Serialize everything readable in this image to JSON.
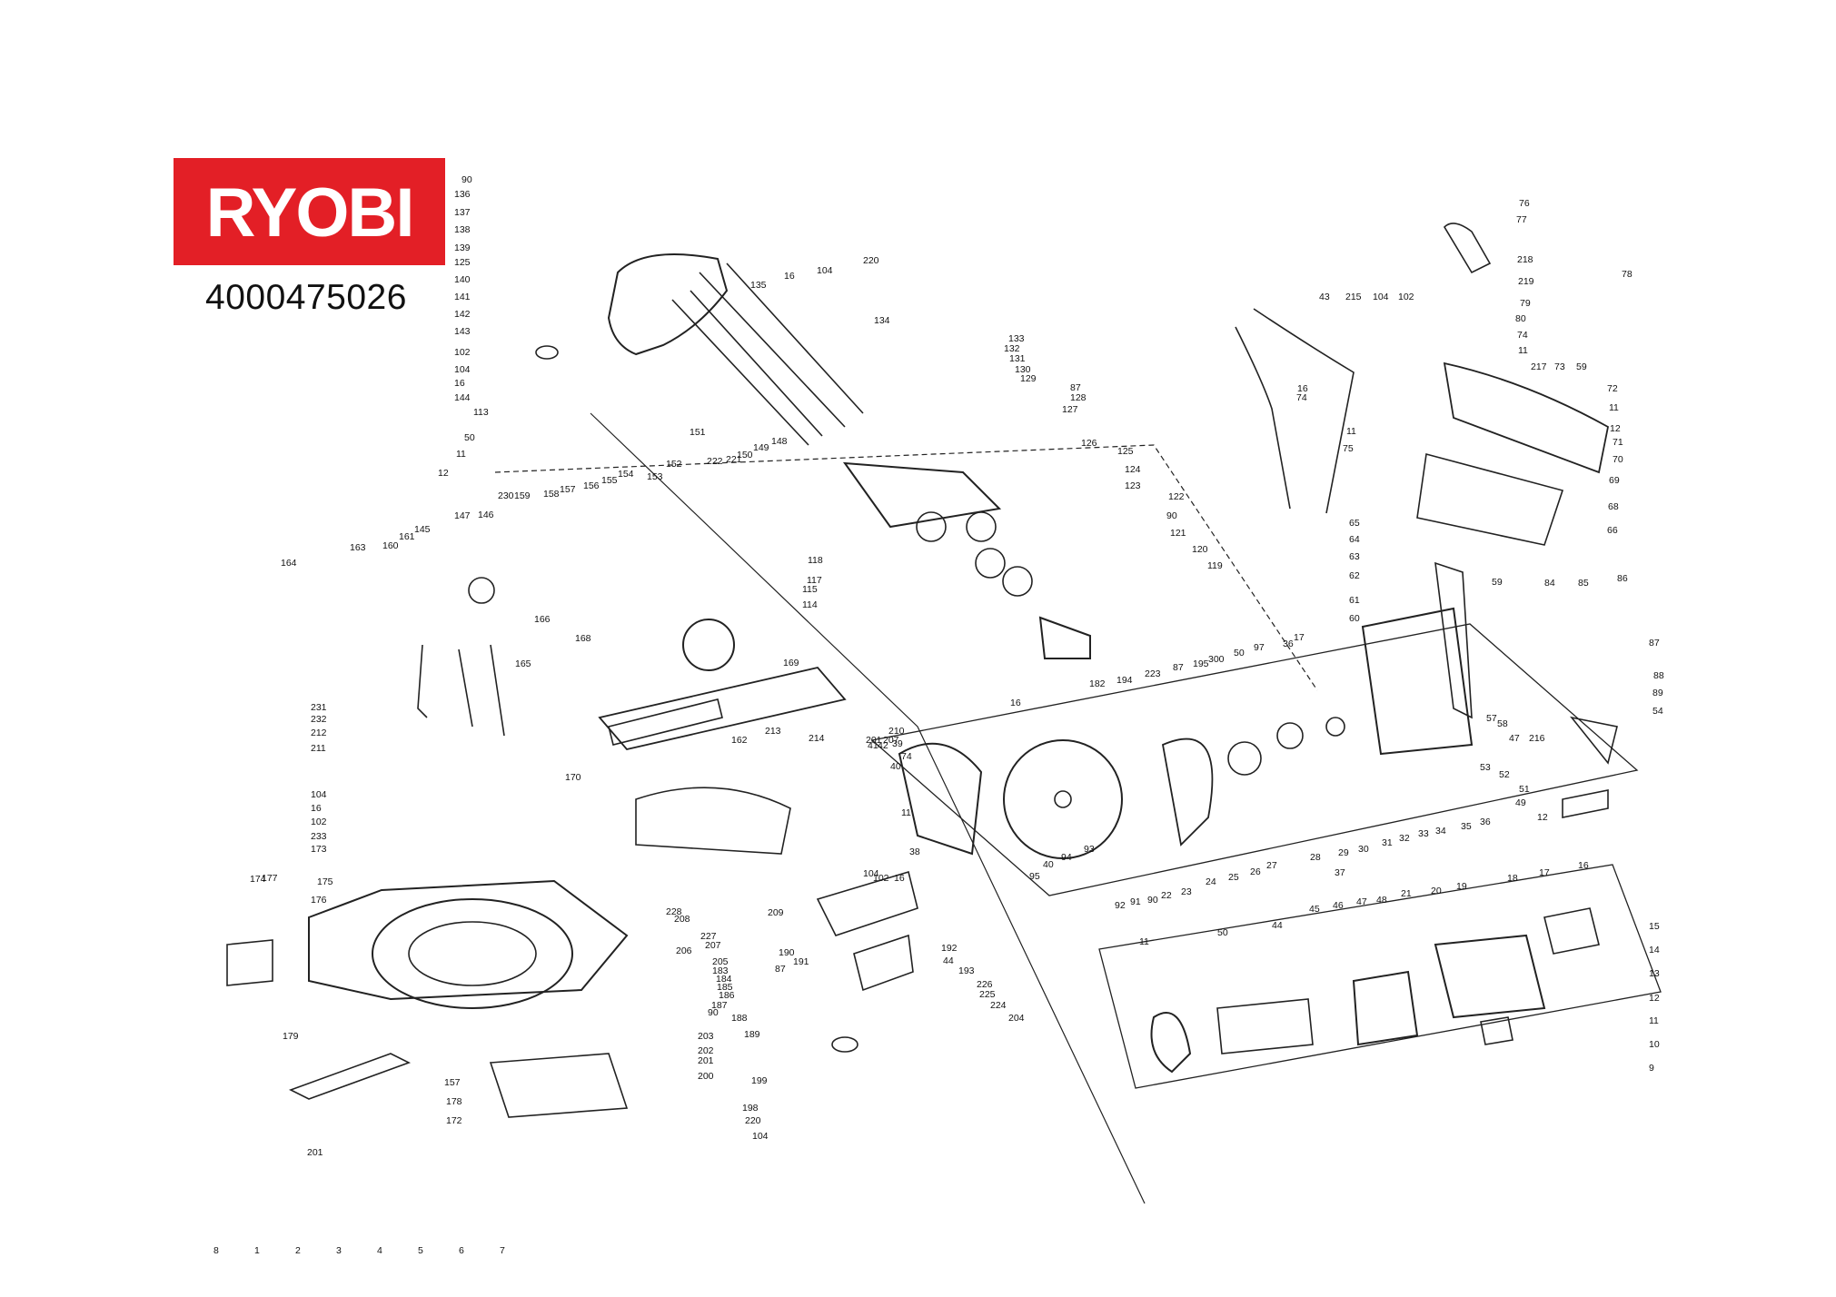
{
  "brand": {
    "name": "RYOBI",
    "bg_color": "#e31f26",
    "text_color": "#ffffff"
  },
  "part_number": "4000475026",
  "callouts": [
    {
      "id": "90",
      "group": "handle"
    },
    {
      "id": "136",
      "group": "handle"
    },
    {
      "id": "137",
      "group": "handle"
    },
    {
      "id": "138",
      "group": "handle"
    },
    {
      "id": "139",
      "group": "handle"
    },
    {
      "id": "125",
      "group": "handle"
    },
    {
      "id": "140",
      "group": "handle"
    },
    {
      "id": "141",
      "group": "handle"
    },
    {
      "id": "142",
      "group": "handle"
    },
    {
      "id": "143",
      "group": "handle"
    },
    {
      "id": "102",
      "group": "handle"
    },
    {
      "id": "104",
      "group": "handle"
    },
    {
      "id": "16",
      "group": "handle"
    },
    {
      "id": "144",
      "group": "handle"
    },
    {
      "id": "135",
      "group": "handle"
    },
    {
      "id": "16",
      "group": "handle"
    },
    {
      "id": "104",
      "group": "handle"
    },
    {
      "id": "220",
      "group": "handle"
    },
    {
      "id": "134",
      "group": "rails"
    },
    {
      "id": "133",
      "group": "rails"
    },
    {
      "id": "132",
      "group": "rails"
    },
    {
      "id": "131",
      "group": "rails"
    },
    {
      "id": "130",
      "group": "rails"
    },
    {
      "id": "129",
      "group": "rails"
    },
    {
      "id": "87",
      "group": "rails"
    },
    {
      "id": "128",
      "group": "rails"
    },
    {
      "id": "127",
      "group": "rails"
    },
    {
      "id": "126",
      "group": "rails"
    },
    {
      "id": "125",
      "group": "rails"
    },
    {
      "id": "124",
      "group": "rails"
    },
    {
      "id": "123",
      "group": "rails"
    },
    {
      "id": "122",
      "group": "rails"
    },
    {
      "id": "90",
      "group": "rails"
    },
    {
      "id": "121",
      "group": "rails"
    },
    {
      "id": "120",
      "group": "rails"
    },
    {
      "id": "119",
      "group": "rails"
    },
    {
      "id": "118",
      "group": "rails"
    },
    {
      "id": "117",
      "group": "rails"
    },
    {
      "id": "115",
      "group": "rails"
    },
    {
      "id": "114",
      "group": "rails"
    },
    {
      "id": "113",
      "group": "rails"
    },
    {
      "id": "50",
      "group": "bevel"
    },
    {
      "id": "11",
      "group": "bevel"
    },
    {
      "id": "12",
      "group": "bevel"
    },
    {
      "id": "230",
      "group": "bevel"
    },
    {
      "id": "159",
      "group": "bevel"
    },
    {
      "id": "158",
      "group": "bevel"
    },
    {
      "id": "157",
      "group": "bevel"
    },
    {
      "id": "156",
      "group": "bevel"
    },
    {
      "id": "155",
      "group": "bevel"
    },
    {
      "id": "154",
      "group": "bevel"
    },
    {
      "id": "153",
      "group": "bevel"
    },
    {
      "id": "152",
      "group": "bevel"
    },
    {
      "id": "151",
      "group": "bevel"
    },
    {
      "id": "222",
      "group": "bevel"
    },
    {
      "id": "221",
      "group": "bevel"
    },
    {
      "id": "150",
      "group": "bevel"
    },
    {
      "id": "149",
      "group": "bevel"
    },
    {
      "id": "148",
      "group": "bevel"
    },
    {
      "id": "147",
      "group": "bevel"
    },
    {
      "id": "146",
      "group": "bevel"
    },
    {
      "id": "145",
      "group": "bevel"
    },
    {
      "id": "161",
      "group": "bevel"
    },
    {
      "id": "160",
      "group": "bevel"
    },
    {
      "id": "163",
      "group": "bevel"
    },
    {
      "id": "164",
      "group": "bevel"
    },
    {
      "id": "165",
      "group": "bevel"
    },
    {
      "id": "166",
      "group": "bevel"
    },
    {
      "id": "168",
      "group": "bevel"
    },
    {
      "id": "169",
      "group": "bevel"
    },
    {
      "id": "162",
      "group": "bevel"
    },
    {
      "id": "231",
      "group": "bevel"
    },
    {
      "id": "232",
      "group": "bevel"
    },
    {
      "id": "212",
      "group": "bevel"
    },
    {
      "id": "211",
      "group": "bevel"
    },
    {
      "id": "170",
      "group": "bevel"
    },
    {
      "id": "104",
      "group": "bevel"
    },
    {
      "id": "16",
      "group": "bevel"
    },
    {
      "id": "102",
      "group": "bevel"
    },
    {
      "id": "233",
      "group": "bevel"
    },
    {
      "id": "173",
      "group": "table"
    },
    {
      "id": "174",
      "group": "table"
    },
    {
      "id": "175",
      "group": "table"
    },
    {
      "id": "176",
      "group": "table"
    },
    {
      "id": "177",
      "group": "table"
    },
    {
      "id": "179",
      "group": "table"
    },
    {
      "id": "157",
      "group": "table"
    },
    {
      "id": "178",
      "group": "table"
    },
    {
      "id": "172",
      "group": "table"
    },
    {
      "id": "201",
      "group": "table"
    },
    {
      "id": "213",
      "group": "table"
    },
    {
      "id": "214",
      "group": "table"
    },
    {
      "id": "201",
      "group": "table"
    },
    {
      "id": "207",
      "group": "table"
    },
    {
      "id": "210",
      "group": "table"
    },
    {
      "id": "74",
      "group": "table"
    },
    {
      "id": "11",
      "group": "table"
    },
    {
      "id": "102",
      "group": "table"
    },
    {
      "id": "16",
      "group": "table"
    },
    {
      "id": "104",
      "group": "table"
    },
    {
      "id": "209",
      "group": "table"
    },
    {
      "id": "228",
      "group": "table"
    },
    {
      "id": "208",
      "group": "table"
    },
    {
      "id": "227",
      "group": "table"
    },
    {
      "id": "207",
      "group": "table"
    },
    {
      "id": "206",
      "group": "table"
    },
    {
      "id": "205",
      "group": "table"
    },
    {
      "id": "183",
      "group": "table"
    },
    {
      "id": "184",
      "group": "table"
    },
    {
      "id": "185",
      "group": "table"
    },
    {
      "id": "186",
      "group": "table"
    },
    {
      "id": "187",
      "group": "table"
    },
    {
      "id": "90",
      "group": "table"
    },
    {
      "id": "188",
      "group": "table"
    },
    {
      "id": "189",
      "group": "table"
    },
    {
      "id": "190",
      "group": "table"
    },
    {
      "id": "191",
      "group": "table"
    },
    {
      "id": "87",
      "group": "table"
    },
    {
      "id": "192",
      "group": "table"
    },
    {
      "id": "44",
      "group": "table"
    },
    {
      "id": "193",
      "group": "table"
    },
    {
      "id": "226",
      "group": "table"
    },
    {
      "id": "225",
      "group": "table"
    },
    {
      "id": "224",
      "group": "table"
    },
    {
      "id": "204",
      "group": "table"
    },
    {
      "id": "203",
      "group": "table"
    },
    {
      "id": "202",
      "group": "table"
    },
    {
      "id": "201",
      "group": "table"
    },
    {
      "id": "200",
      "group": "table"
    },
    {
      "id": "199",
      "group": "table"
    },
    {
      "id": "198",
      "group": "table"
    },
    {
      "id": "220",
      "group": "table"
    },
    {
      "id": "104",
      "group": "table"
    },
    {
      "id": "16",
      "group": "table"
    },
    {
      "id": "182",
      "group": "table"
    },
    {
      "id": "194",
      "group": "table"
    },
    {
      "id": "223",
      "group": "table"
    },
    {
      "id": "87",
      "group": "table"
    },
    {
      "id": "195",
      "group": "table"
    },
    {
      "id": "300",
      "group": "guard"
    },
    {
      "id": "50",
      "group": "guard"
    },
    {
      "id": "97",
      "group": "guard"
    },
    {
      "id": "36",
      "group": "guard"
    },
    {
      "id": "17",
      "group": "guard"
    },
    {
      "id": "95",
      "group": "guard"
    },
    {
      "id": "40",
      "group": "guard"
    },
    {
      "id": "94",
      "group": "guard"
    },
    {
      "id": "93",
      "group": "guard"
    },
    {
      "id": "92",
      "group": "guard"
    },
    {
      "id": "91",
      "group": "guard"
    },
    {
      "id": "90",
      "group": "guard"
    },
    {
      "id": "22",
      "group": "guard"
    },
    {
      "id": "23",
      "group": "guard"
    },
    {
      "id": "24",
      "group": "guard"
    },
    {
      "id": "25",
      "group": "guard"
    },
    {
      "id": "26",
      "group": "guard"
    },
    {
      "id": "27",
      "group": "guard"
    },
    {
      "id": "28",
      "group": "guard"
    },
    {
      "id": "29",
      "group": "guard"
    },
    {
      "id": "30",
      "group": "guard"
    },
    {
      "id": "31",
      "group": "guard"
    },
    {
      "id": "32",
      "group": "guard"
    },
    {
      "id": "33",
      "group": "guard"
    },
    {
      "id": "34",
      "group": "guard"
    },
    {
      "id": "35",
      "group": "guard"
    },
    {
      "id": "36",
      "group": "guard"
    },
    {
      "id": "37",
      "group": "guard"
    },
    {
      "id": "38",
      "group": "guard"
    },
    {
      "id": "39",
      "group": "guard"
    },
    {
      "id": "40",
      "group": "guard"
    },
    {
      "id": "41",
      "group": "guard"
    },
    {
      "id": "42",
      "group": "guard"
    },
    {
      "id": "43",
      "group": "guard"
    },
    {
      "id": "215",
      "group": "guard"
    },
    {
      "id": "104",
      "group": "guard"
    },
    {
      "id": "102",
      "group": "guard"
    },
    {
      "id": "16",
      "group": "guard"
    },
    {
      "id": "74",
      "group": "guard"
    },
    {
      "id": "11",
      "group": "guard"
    },
    {
      "id": "75",
      "group": "handle_r"
    },
    {
      "id": "76",
      "group": "handle_r"
    },
    {
      "id": "77",
      "group": "handle_r"
    },
    {
      "id": "78",
      "group": "handle_r"
    },
    {
      "id": "218",
      "group": "handle_r"
    },
    {
      "id": "219",
      "group": "handle_r"
    },
    {
      "id": "79",
      "group": "handle_r"
    },
    {
      "id": "80",
      "group": "handle_r"
    },
    {
      "id": "74",
      "group": "handle_r"
    },
    {
      "id": "11",
      "group": "handle_r"
    },
    {
      "id": "217",
      "group": "handle_r"
    },
    {
      "id": "73",
      "group": "handle_r"
    },
    {
      "id": "59",
      "group": "handle_r"
    },
    {
      "id": "72",
      "group": "handle_r"
    },
    {
      "id": "11",
      "group": "handle_r"
    },
    {
      "id": "12",
      "group": "handle_r"
    },
    {
      "id": "71",
      "group": "handle_r"
    },
    {
      "id": "70",
      "group": "handle_r"
    },
    {
      "id": "69",
      "group": "handle_r"
    },
    {
      "id": "68",
      "group": "handle_r"
    },
    {
      "id": "66",
      "group": "handle_r"
    },
    {
      "id": "65",
      "group": "handle_r"
    },
    {
      "id": "64",
      "group": "handle_r"
    },
    {
      "id": "63",
      "group": "handle_r"
    },
    {
      "id": "62",
      "group": "handle_r"
    },
    {
      "id": "61",
      "group": "handle_r"
    },
    {
      "id": "60",
      "group": "handle_r"
    },
    {
      "id": "59",
      "group": "handle_r"
    },
    {
      "id": "84",
      "group": "handle_r"
    },
    {
      "id": "85",
      "group": "handle_r"
    },
    {
      "id": "86",
      "group": "handle_r"
    },
    {
      "id": "87",
      "group": "handle_r"
    },
    {
      "id": "88",
      "group": "handle_r"
    },
    {
      "id": "89",
      "group": "handle_r"
    },
    {
      "id": "54",
      "group": "handle_r"
    },
    {
      "id": "57",
      "group": "handle_r"
    },
    {
      "id": "58",
      "group": "handle_r"
    },
    {
      "id": "47",
      "group": "handle_r"
    },
    {
      "id": "216",
      "group": "handle_r"
    },
    {
      "id": "53",
      "group": "handle_r"
    },
    {
      "id": "52",
      "group": "handle_r"
    },
    {
      "id": "51",
      "group": "handle_r"
    },
    {
      "id": "49",
      "group": "handle_r"
    },
    {
      "id": "12",
      "group": "handle_r"
    },
    {
      "id": "11",
      "group": "handle_r"
    },
    {
      "id": "50",
      "group": "handle_r"
    },
    {
      "id": "44",
      "group": "handle_r"
    },
    {
      "id": "45",
      "group": "handle_r"
    },
    {
      "id": "46",
      "group": "handle_r"
    },
    {
      "id": "47",
      "group": "handle_r"
    },
    {
      "id": "48",
      "group": "handle_r"
    },
    {
      "id": "21",
      "group": "motor"
    },
    {
      "id": "20",
      "group": "motor"
    },
    {
      "id": "19",
      "group": "motor"
    },
    {
      "id": "18",
      "group": "motor"
    },
    {
      "id": "17",
      "group": "motor"
    },
    {
      "id": "16",
      "group": "motor"
    },
    {
      "id": "15",
      "group": "motor"
    },
    {
      "id": "14",
      "group": "motor"
    },
    {
      "id": "13",
      "group": "motor"
    },
    {
      "id": "12",
      "group": "motor"
    },
    {
      "id": "11",
      "group": "motor"
    },
    {
      "id": "10",
      "group": "motor"
    },
    {
      "id": "9",
      "group": "motor"
    },
    {
      "id": "8",
      "group": "motor"
    },
    {
      "id": "1",
      "group": "motor"
    },
    {
      "id": "2",
      "group": "motor"
    },
    {
      "id": "3",
      "group": "motor"
    },
    {
      "id": "4",
      "group": "motor"
    },
    {
      "id": "5",
      "group": "motor"
    },
    {
      "id": "6",
      "group": "motor"
    },
    {
      "id": "7",
      "group": "motor"
    }
  ]
}
